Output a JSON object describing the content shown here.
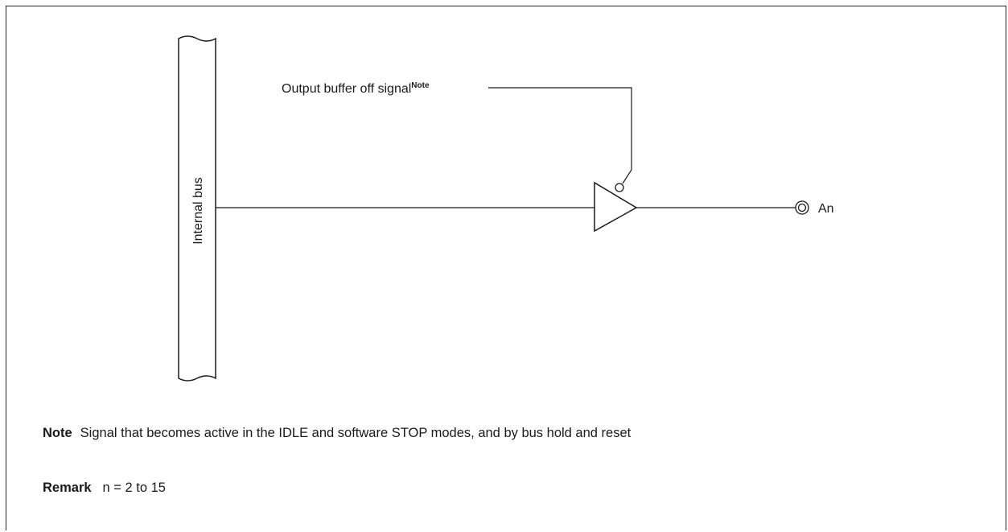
{
  "diagram": {
    "bus_label": "Internal bus",
    "buffer_signal": {
      "text": "Output buffer off signal",
      "superscript": "Note"
    },
    "pin_label": "An"
  },
  "footnotes": {
    "note": {
      "head": "Note",
      "text": "Signal that becomes active in the IDLE and software STOP modes, and by bus hold and reset"
    },
    "remark": {
      "head": "Remark",
      "text": "n = 2 to 15"
    }
  }
}
